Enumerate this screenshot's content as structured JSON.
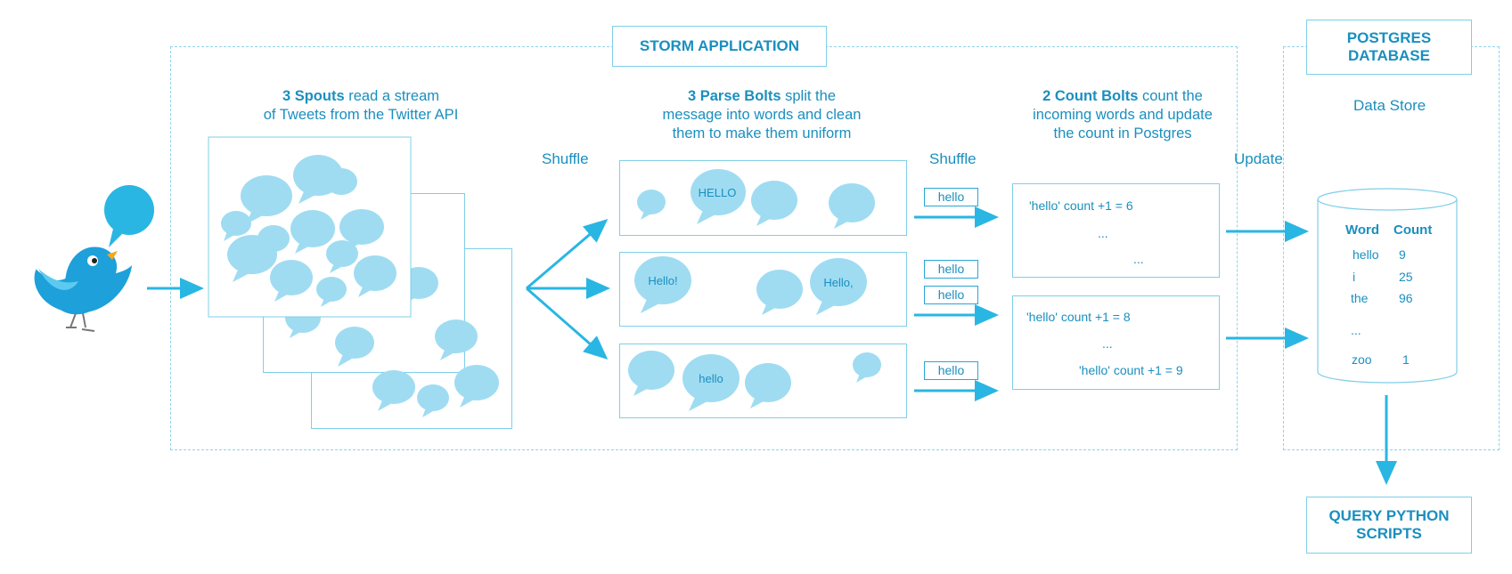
{
  "storm_title": "STORM APPLICATION",
  "postgres_title": [
    "POSTGRES",
    "DATABASE"
  ],
  "query_title": [
    "QUERY PYTHON",
    "SCRIPTS"
  ],
  "data_store_label": "Data Store",
  "spouts_caption": {
    "bold": "3 Spouts",
    "rest1": " read a stream",
    "line2": "of Tweets from the Twitter API"
  },
  "parse_caption": {
    "bold": "3 Parse Bolts",
    "rest1": " split the",
    "line2": "message into words and clean",
    "line3": "them to make them uniform"
  },
  "count_caption": {
    "bold": "2 Count Bolts",
    "rest1": " count the",
    "line2": "incoming words and update",
    "line3": "the count in Postgres"
  },
  "shuffle_1": "Shuffle",
  "shuffle_2": "Shuffle",
  "update_label": "Update",
  "bubble_words": {
    "hello_caps": "HELLO",
    "hello_excl": "Hello!",
    "hello_comma": "Hello,",
    "hello_lower": "hello"
  },
  "tags": [
    "hello",
    "hello",
    "hello",
    "hello"
  ],
  "count_bolt_1": {
    "line1": "'hello'  count  +1 = 6",
    "line2": "...",
    "line3": "..."
  },
  "count_bolt_2": {
    "line1": "'hello'  count  +1 = 8",
    "line2": "...",
    "line3": "'hello'  count  +1 = 9"
  },
  "db_table": {
    "headers": [
      "Word",
      "Count"
    ],
    "rows": [
      [
        "hello",
        "9"
      ],
      [
        "i",
        "25"
      ],
      [
        "the",
        "96"
      ],
      [
        "...",
        ""
      ],
      [
        "zoo",
        "1"
      ]
    ]
  },
  "colors": {
    "accent": "#29b6e3",
    "text": "#1a8fbf",
    "bubble": "#9fdcf2",
    "frame": "#8fd3ea"
  }
}
